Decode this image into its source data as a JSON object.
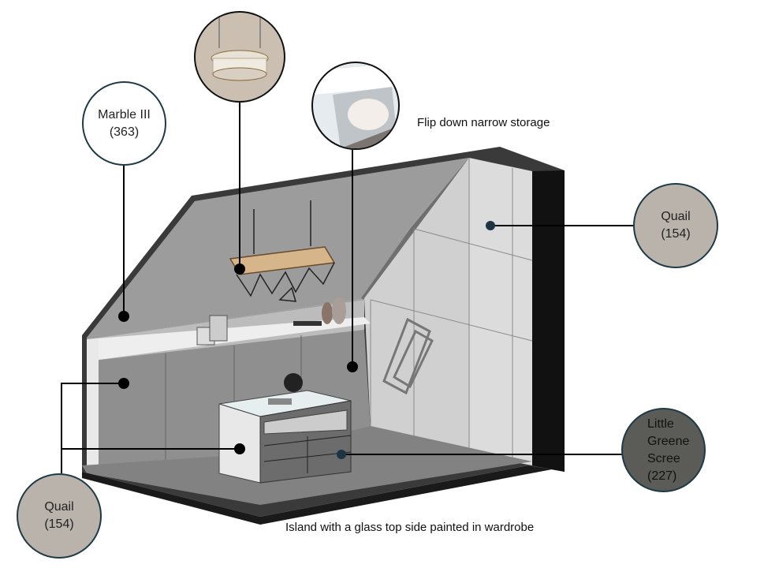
{
  "swatches": {
    "marble": {
      "name": "Marble III",
      "code": "(363)",
      "color": "#ffffff"
    },
    "quail_right": {
      "name": "Quail",
      "code": "(154)",
      "color": "#b9b3ab"
    },
    "quail_left": {
      "name": "Quail",
      "code": "(154)",
      "color": "#b9b3ab"
    },
    "little_greene": {
      "name": "Little Greene Scree",
      "code": "(227)",
      "color": "#5b5b58"
    }
  },
  "captions": {
    "flip_down": "Flip down narrow storage",
    "island": "Island with a glass top side painted in wardrobe"
  },
  "photos": {
    "chandelier": "chandelier-photo",
    "storage": "storage-photo"
  }
}
